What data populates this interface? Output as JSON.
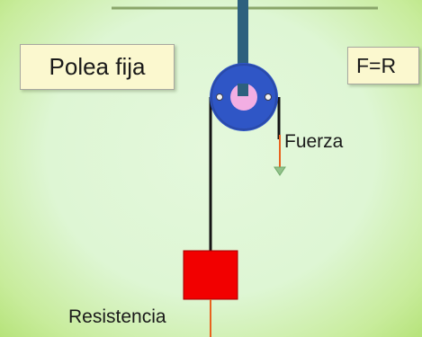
{
  "diagram": {
    "title": "Polea fija",
    "formula": "F=R",
    "force_label": "Fuerza",
    "resistance_label": "Resistencia"
  },
  "colors": {
    "background": "#def6d4",
    "border_glow": "#b6e37a",
    "ceiling": "#8aa66a",
    "support_rod": "#2d607e",
    "pulley": "#2f56c6",
    "pulley_hub": "#f3aee3",
    "axle": "#3c3c4c",
    "rope": "#141414",
    "load_block": "#f20000",
    "force_arrow": "#e8621e",
    "arrow_head": "#92c28a",
    "label_box": "#fbf8cf"
  }
}
